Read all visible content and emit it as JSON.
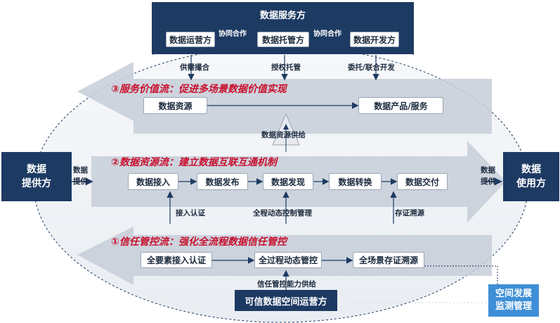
{
  "providers": {
    "title": "数据服务方",
    "items": [
      "数据运营方",
      "数据托管方",
      "数据开发方"
    ],
    "links": [
      "协同合作",
      "协同合作"
    ]
  },
  "supply_labels": [
    "供需撮合",
    "授权托管",
    "委托/联合开发"
  ],
  "value_flow": {
    "title": "③服务价值流：促进多场景数据价值实现",
    "from": "数据资源",
    "to": "数据产品/服务",
    "support": "数据资源供给"
  },
  "resource_flow": {
    "title": "②数据资源流：建立数据互联互通机制",
    "steps": [
      "数据接入",
      "数据发布",
      "数据发现",
      "数据转换",
      "数据交付"
    ],
    "controls": [
      "接入认证",
      "全程动态控制管理",
      "存证溯源"
    ]
  },
  "trust_flow": {
    "title": "①信任管控流：强化全流程数据信任管控",
    "steps": [
      "全要素接入认证",
      "全过程动态管控",
      "全场景存证溯源"
    ],
    "support": "信任管控能力供给"
  },
  "left_party": {
    "name": "数据\n提供方",
    "action": "数据\n提供"
  },
  "right_party": {
    "name": "数据\n使用方",
    "action": "数据\n提供"
  },
  "operator": "可信数据空间运营方",
  "monitor": "空间发展\n监测管理",
  "colors": {
    "navy": "#1d3a63",
    "band": "#c7ced8",
    "red": "#c8102e",
    "blue": "#3f8fd6"
  }
}
